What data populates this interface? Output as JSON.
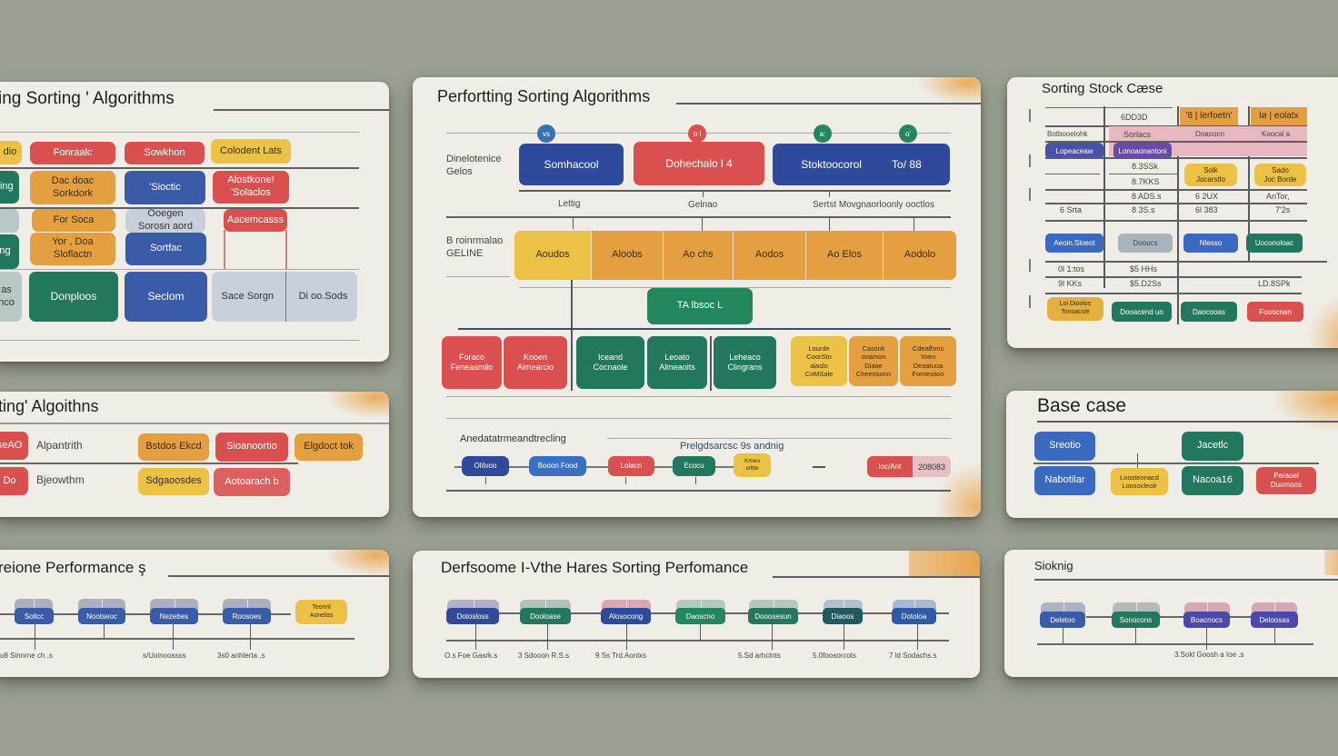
{
  "colors": {
    "background": "#9aa192",
    "panel": "#efede6",
    "blue": "#3a5ca8",
    "navy": "#2f4a9a",
    "red": "#d9504f",
    "green": "#23775e",
    "yellow": "#ebc245",
    "orange": "#e4a040",
    "slate": "#c8d0dc",
    "purple": "#5b4aa6",
    "pink": "#e8b8c0",
    "accent_glow": "#e8a046"
  },
  "panels": {
    "top_left": {
      "title": "ing  Sorting ' Algorithms",
      "rows": [
        [
          "ll dio",
          "Fonraalc",
          "Sowkhon",
          "Colodent Lats"
        ],
        [
          "ring",
          "Dac doac\nSorkdork",
          "'Sioctic",
          "Alostkone!\n'Solaclos"
        ],
        [
          "",
          "For Soca",
          "Ooegen\nSorosn aord",
          "Aacemcasss"
        ],
        [
          "ng",
          "Yor , Doa\nSloflactn",
          "Sortfac",
          ""
        ],
        [
          "as\nnco",
          "Donploos",
          "Seclom",
          "Sace Sorgn",
          "Di oo.Sods"
        ]
      ]
    },
    "top_center": {
      "title": "Perfortting Sorting Algorithms",
      "row1_label": "Dinelotenice\nGelos",
      "row2_label": "B roinrmalao\nGELINE",
      "circles": [
        "vs",
        "o l",
        "a:",
        "o'"
      ],
      "top_boxes": [
        "Somhacool",
        "Dohechalo l   4",
        "Stoktoocorol          To/ 88"
      ],
      "mid_labels": [
        "Lettig",
        "Gelnao",
        "Sertst  Movgnaorloonly ooctlos"
      ],
      "orange_row": [
        "Aoudos",
        "Aloobs",
        "Ao chs",
        "Aodos",
        "Ao Elos",
        "Aodolo"
      ],
      "center_box": "TA lbsoc   L",
      "bottom_boxes_red": [
        "Foraco\nFeneasmilo",
        "Kooen\nAlmearcio"
      ],
      "bottom_boxes_green": [
        "Iceand\nCocnaole",
        "Leoato\nAlmeaoits",
        "Leheaco\nClingrans"
      ],
      "bottom_boxes_yellow": [
        "Lourde\nCoorSto\naiaslo\nCoMSale",
        "Cassnk\nonamon\nDiaae\nCheeosonn",
        "Cdeafhms\nYoeo\nDeaatuoa\nFornesiion"
      ],
      "timeline_title": "Anedatatrmeandtrecling",
      "timeline_subtitle": "Prelgdsarcsc 9s andnig",
      "timeline_nodes": [
        "Olitvoo",
        "Booon Food",
        "Lolacn",
        "Ecocu",
        "Kmeo\nsrltte"
      ],
      "timeline_end_label": "loc/Ant",
      "timeline_end_value": "208083"
    },
    "top_right": {
      "title": "Sorting Stock Cæse",
      "headers": [
        "",
        "6DD3D",
        "'8 | lerfoetn'",
        "lø | eolatx"
      ],
      "row_pink": [
        "Botbooelohk",
        "Sorlacs",
        "Doaoocn",
        "Koocal a"
      ],
      "row_purple": [
        "Lopeaceaw",
        "Lonoaonantoni"
      ],
      "row_values_a": [
        "",
        "8.3SSk",
        "Solk\nJocarstlo",
        "Sado\nJoc Borde"
      ],
      "row_values_b": [
        "",
        "8.7KKS",
        "",
        ""
      ],
      "row_values_c": [
        "",
        "8 ADS.s",
        "6 2UX",
        "AnTor,"
      ],
      "row_values_d": [
        "6 Srta",
        "8 3S.s",
        "6l 383",
        "7'2s"
      ],
      "row_buttons": [
        "Aeoin.Sloeot",
        "Dooucs",
        "Nlesso",
        "Uoconoloac"
      ],
      "row_values_e": [
        "0l 1:tos",
        "$5 HHs"
      ],
      "row_values_f": [
        "9l KKs",
        "$5.D2Ss",
        "",
        "LD.8SPk"
      ],
      "row_bottom": [
        "Loi Dioolos\nTonoacsle",
        "Dooacend uo",
        "Daocooas",
        "Fooocnan"
      ]
    },
    "mid_left": {
      "title": "ting' Algoithns",
      "row1_label": "Alpantrith",
      "row2_label": "Bjeowthm",
      "row1_left": "seAO",
      "row2_left": "Do",
      "row1_boxes": [
        "Bstdos Ekcd",
        "Sioanoortio",
        "Elgdoct tok"
      ],
      "row2_boxes": [
        "Sdgaoosdes",
        "Aotoarach b"
      ]
    },
    "mid_right": {
      "title": "Base  case",
      "boxes_left": [
        "Sreotio",
        "Nabotilar"
      ],
      "box_yellow": "Loosteonacd\nLoosocleolr",
      "boxes_green": [
        "Jacetlc",
        "Nacoa16"
      ],
      "box_red": "Peraoel\nDuomoos"
    },
    "bottom_left": {
      "title": "reione Performance ş",
      "nodes": [
        "Sollcc",
        "Nootseoc",
        "Nezebes",
        "Roosoes",
        "Teonnl\nAonelos"
      ],
      "labels": [
        "u8 Sinnrne ch ,s",
        "s/Uoinoossss",
        "3s0 anhlerta ,s"
      ]
    },
    "bottom_center": {
      "title": "Derfsoome I-Vthe Hares Sorting Perfomance",
      "nodes": [
        "Dotosloss",
        "Dooloase",
        "Alosocong",
        "Daoscno",
        "Dooosesun",
        "Diaoos",
        "Dotoloa"
      ],
      "labels": [
        "O.s Foe Gasrk.s",
        "3 Sdooon R.S.s",
        "9 Ss Trd.Aonlxs",
        "",
        "5.Sd arhclnts",
        "5.0foosorcots",
        "7 ld Sodachs.s"
      ]
    },
    "bottom_right": {
      "title": "Sioknig",
      "nodes": [
        "Deletoo",
        "Sonocons",
        "Boacnocs",
        "Deloosas"
      ],
      "label": "3.Sokl Goosh a Ioe .s"
    }
  }
}
